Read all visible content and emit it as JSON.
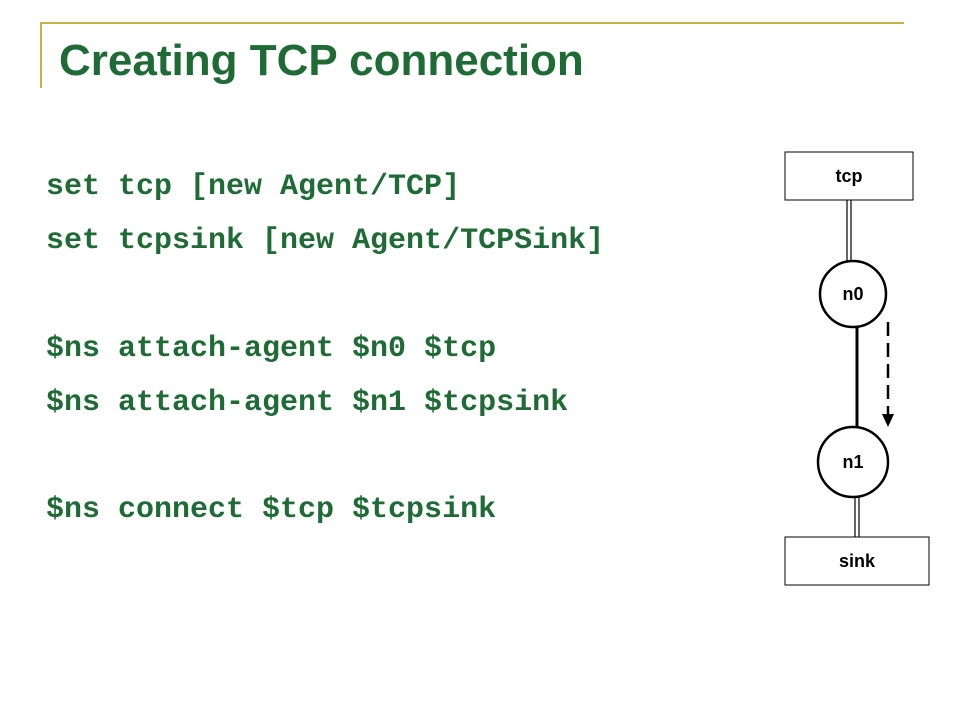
{
  "slide": {
    "title": "Creating TCP connection",
    "accent_color": "#1f6b35",
    "decoration_color": "#c8b24a"
  },
  "code_lines": [
    "set tcp [new Agent/TCP]",
    "set tcpsink [new Agent/TCPSink]",
    "$ns attach-agent $n0 $tcp",
    "$ns attach-agent $n1 $tcpsink",
    "$ns connect $tcp $tcpsink"
  ],
  "diagram": {
    "agents": {
      "top": "tcp",
      "bottom": "sink"
    },
    "nodes": [
      "n0",
      "n1"
    ]
  }
}
